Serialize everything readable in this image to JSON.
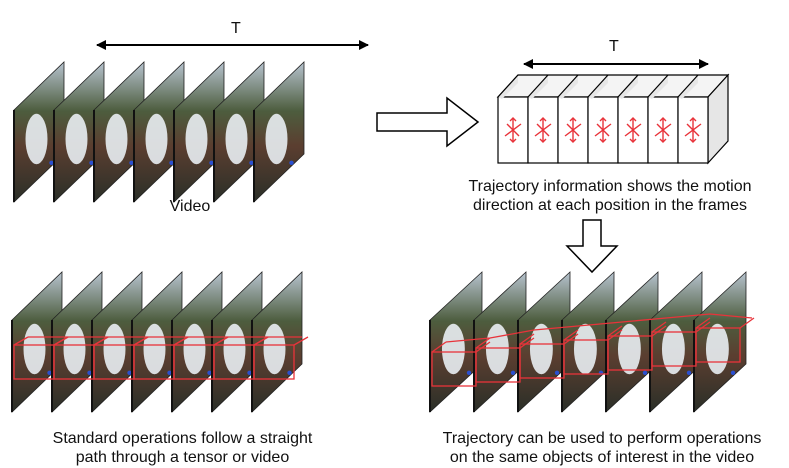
{
  "top_left": {
    "time_label": "T",
    "caption": "Video"
  },
  "top_right": {
    "time_label": "T",
    "caption_line1": "Trajectory information shows the motion",
    "caption_line2": "direction at each position in the frames"
  },
  "bottom_left": {
    "caption_line1": "Standard operations follow a straight",
    "caption_line2": "path through a tensor or video"
  },
  "bottom_right": {
    "caption_line1": "Trajectory can be used to perform operations",
    "caption_line2": "on the same objects of interest in the video"
  },
  "colors": {
    "highlight": "#e8333a",
    "cube_face": "#e6e6e6",
    "frame_dark": "#3e4a3a",
    "sky": "#a9b8c8"
  },
  "frame_count": 7
}
